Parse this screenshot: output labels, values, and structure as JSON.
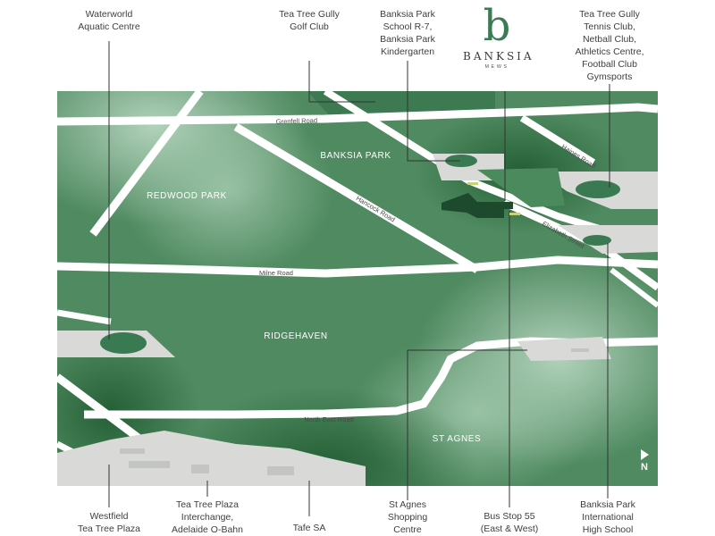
{
  "brand": {
    "logo_letter": "b",
    "name": "BANKSIA",
    "subtitle": "MEWS",
    "color": "#3c7a55"
  },
  "colors": {
    "map_dark": "#2f6b3e",
    "map_light": "#a9cdb4",
    "road": "#ffffff",
    "site": "#1d4a2c",
    "amenity": "#3a7a52",
    "block": "#d9dad8"
  },
  "suburbs": {
    "banksia_park": "BANKSIA PARK",
    "redwood_park": "REDWOOD PARK",
    "ridgehaven": "RIDGEHAVEN",
    "st_agnes": "ST AGNES"
  },
  "roads": {
    "grenfell": "Grenfell Road",
    "hancock": "Hancock Road",
    "milne": "Milne Road",
    "north_east": "North East Road",
    "haines": "Haines Road",
    "elizabeth": "Elizabeth Street"
  },
  "top_callouts": {
    "waterworld": [
      "Waterworld",
      "Aquatic Centre"
    ],
    "golf": [
      "Tea Tree Gully",
      "Golf Club"
    ],
    "school": [
      "Banksia Park",
      "School R-7,",
      "Banksia Park",
      "Kindergarten"
    ],
    "sports": [
      "Tea Tree Gully",
      "Tennis Club,",
      "Netball Club,",
      "Athletics Centre,",
      "Football Club",
      "Gymsports"
    ]
  },
  "bottom_callouts": {
    "westfield": [
      "Westfield",
      "Tea Tree Plaza"
    ],
    "interchange": [
      "Tea Tree Plaza",
      "Interchange,",
      "Adelaide O-Bahn"
    ],
    "tafe": [
      "Tafe SA"
    ],
    "shopping": [
      "St Agnes",
      "Shopping",
      "Centre"
    ],
    "bus": [
      "Bus Stop 55",
      "(East & West)"
    ],
    "high_school": [
      "Banksia Park",
      "International",
      "High School"
    ]
  },
  "compass": {
    "letter": "N",
    "icon": "north-arrow-icon"
  }
}
